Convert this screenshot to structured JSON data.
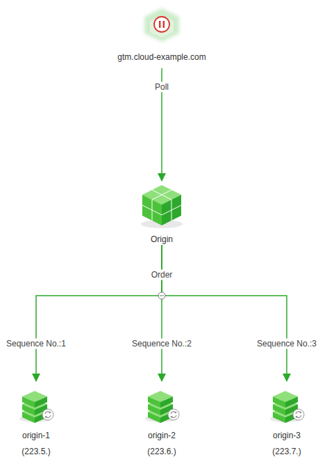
{
  "diagram": {
    "nodes": [
      {
        "text": [
          "gtm.cloud-example.com"
        ]
      },
      {
        "text": [
          "Origin"
        ]
      },
      {
        "text": [
          "origin-1",
          "(223.5.)"
        ]
      },
      {
        "text": [
          "origin-2",
          "(223.6.)"
        ]
      },
      {
        "text": [
          "origin-3",
          "(223.7.)"
        ]
      }
    ],
    "edges": [
      {
        "from": 0,
        "to": 1,
        "arrow": "to",
        "label": "Poll"
      },
      {
        "from": 1,
        "to": 2,
        "arrow": "to",
        "label": "Sequence No.:1"
      },
      {
        "from": 1,
        "to": 3,
        "arrow": "to",
        "label": "Sequence No.:2"
      },
      {
        "from": 1,
        "to": 4,
        "arrow": "to",
        "label": "Sequence No.:3"
      }
    ],
    "labels": [
      "Order"
    ]
  }
}
